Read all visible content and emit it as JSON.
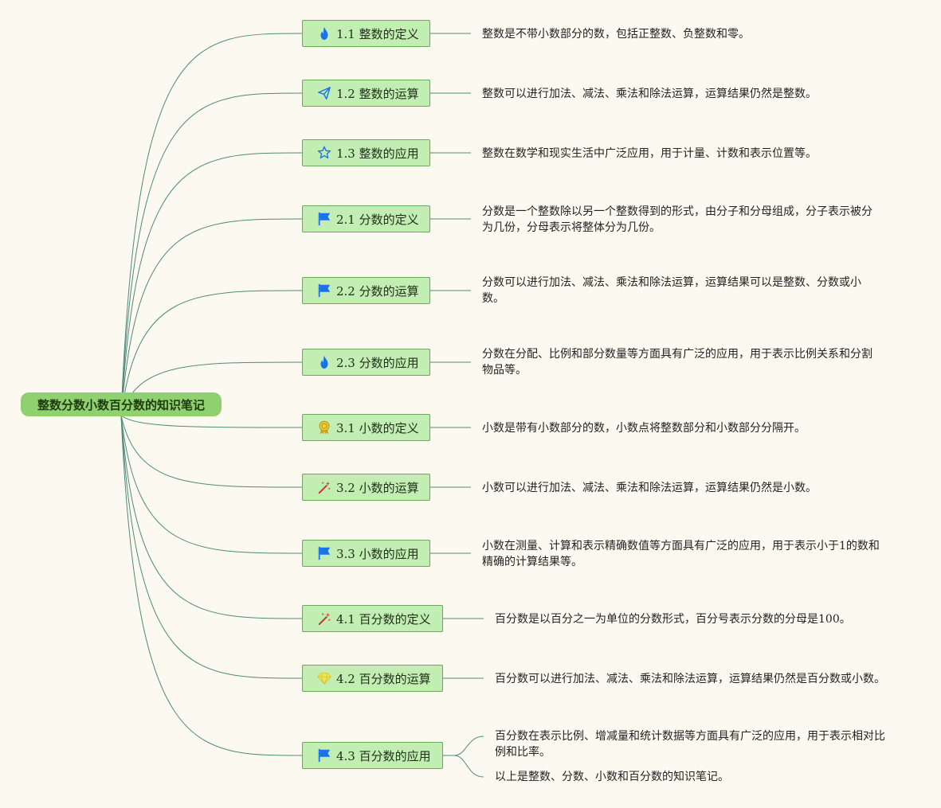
{
  "root": {
    "label": "整数分数小数百分数的知识笔记"
  },
  "topics": [
    {
      "label": "1.1 整数的定义",
      "icon": "fire-icon",
      "notes": [
        "整数是不带小数部分的数，包括正整数、负整数和零。"
      ]
    },
    {
      "label": "1.2 整数的运算",
      "icon": "paper-plane-icon",
      "notes": [
        "整数可以进行加法、减法、乘法和除法运算，运算结果仍然是整数。"
      ]
    },
    {
      "label": "1.3 整数的应用",
      "icon": "star-icon",
      "notes": [
        "整数在数学和现实生活中广泛应用，用于计量、计数和表示位置等。"
      ]
    },
    {
      "label": "2.1 分数的定义",
      "icon": "flag-icon",
      "notes": [
        "分数是一个整数除以另一个整数得到的形式，由分子和分母组成，分子表示被分为几份，分母表示将整体分为几份。"
      ]
    },
    {
      "label": "2.2 分数的运算",
      "icon": "flag-icon",
      "notes": [
        "分数可以进行加法、减法、乘法和除法运算，运算结果可以是整数、分数或小数。"
      ]
    },
    {
      "label": "2.3 分数的应用",
      "icon": "fire-icon",
      "notes": [
        "分数在分配、比例和部分数量等方面具有广泛的应用，用于表示比例关系和分割物品等。"
      ]
    },
    {
      "label": "3.1 小数的定义",
      "icon": "award-icon",
      "notes": [
        "小数是带有小数部分的数，小数点将整数部分和小数部分分隔开。"
      ]
    },
    {
      "label": "3.2 小数的运算",
      "icon": "magic-wand-icon",
      "notes": [
        "小数可以进行加法、减法、乘法和除法运算，运算结果仍然是小数。"
      ]
    },
    {
      "label": "3.3 小数的应用",
      "icon": "flag-icon",
      "notes": [
        "小数在测量、计算和表示精确数值等方面具有广泛的应用，用于表示小于1的数和精确的计算结果等。"
      ]
    },
    {
      "label": "4.1 百分数的定义",
      "icon": "magic-wand-icon",
      "notes": [
        "百分数是以百分之一为单位的分数形式，百分号表示分数的分母是100。"
      ]
    },
    {
      "label": "4.2 百分数的运算",
      "icon": "diamond-icon",
      "notes": [
        "百分数可以进行加法、减法、乘法和除法运算，运算结果仍然是百分数或小数。"
      ]
    },
    {
      "label": "4.3 百分数的应用",
      "icon": "flag-icon",
      "notes": [
        "百分数在表示比例、增减量和统计数据等方面具有广泛的应用，用于表示相对比例和比率。",
        "以上是整数、分数、小数和百分数的知识笔记。"
      ]
    }
  ],
  "colors": {
    "background": "#fcfaf0",
    "root_fill": "#8fd16e",
    "topic_fill": "#c2edb3",
    "topic_border": "#6ba85a",
    "connector": "#4f8a7a"
  }
}
